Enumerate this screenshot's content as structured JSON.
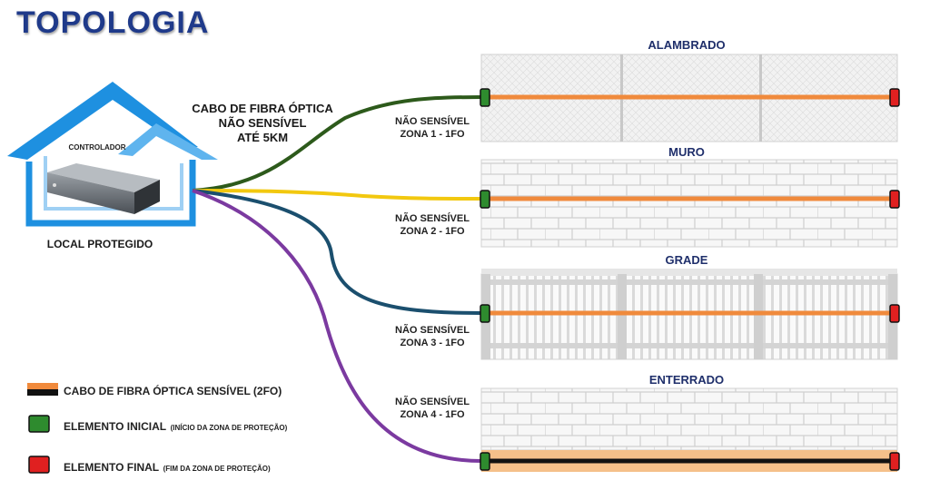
{
  "title": "TOPOLOGIA",
  "house": {
    "controller_label": "CONTROLADOR",
    "local_label": "LOCAL PROTEGIDO"
  },
  "cable_label": [
    "CABO DE FIBRA ÓPTICA",
    "NÃO SENSÍVEL",
    "ATÉ 5KM"
  ],
  "zones": [
    {
      "panel": "ALAMBRADO",
      "label_line1": "NÃO SENSÍVEL",
      "label_line2": "ZONA 1 - 1FO",
      "cable_color": "#2d5a1b"
    },
    {
      "panel": "MURO",
      "label_line1": "NÃO SENSÍVEL",
      "label_line2": "ZONA 2 - 1FO",
      "cable_color": "#f2c80f"
    },
    {
      "panel": "GRADE",
      "label_line1": "NÃO SENSÍVEL",
      "label_line2": "ZONA 3 - 1FO",
      "cable_color": "#1b4f6e"
    },
    {
      "panel": "ENTERRADO",
      "label_line1": "NÃO SENSÍVEL",
      "label_line2": "ZONA 4 - 1FO",
      "cable_color": "#7b3aa0"
    }
  ],
  "legend": [
    {
      "text": "CABO DE FIBRA ÓPTICA SENSÍVEL (2FO)",
      "note": ""
    },
    {
      "text": "ELEMENTO INICIAL",
      "note": "(INÍCIO DA ZONA DE PROTEÇÃO)"
    },
    {
      "text": "ELEMENTO FINAL",
      "note": "(FIM DA ZONA DE PROTEÇÃO)"
    }
  ],
  "colors": {
    "sensitive_cable": "#f08a3c",
    "start_element": "#2e8b2e",
    "end_element": "#e02020",
    "house": "#1e90e0",
    "title": "#1f3a8a"
  }
}
